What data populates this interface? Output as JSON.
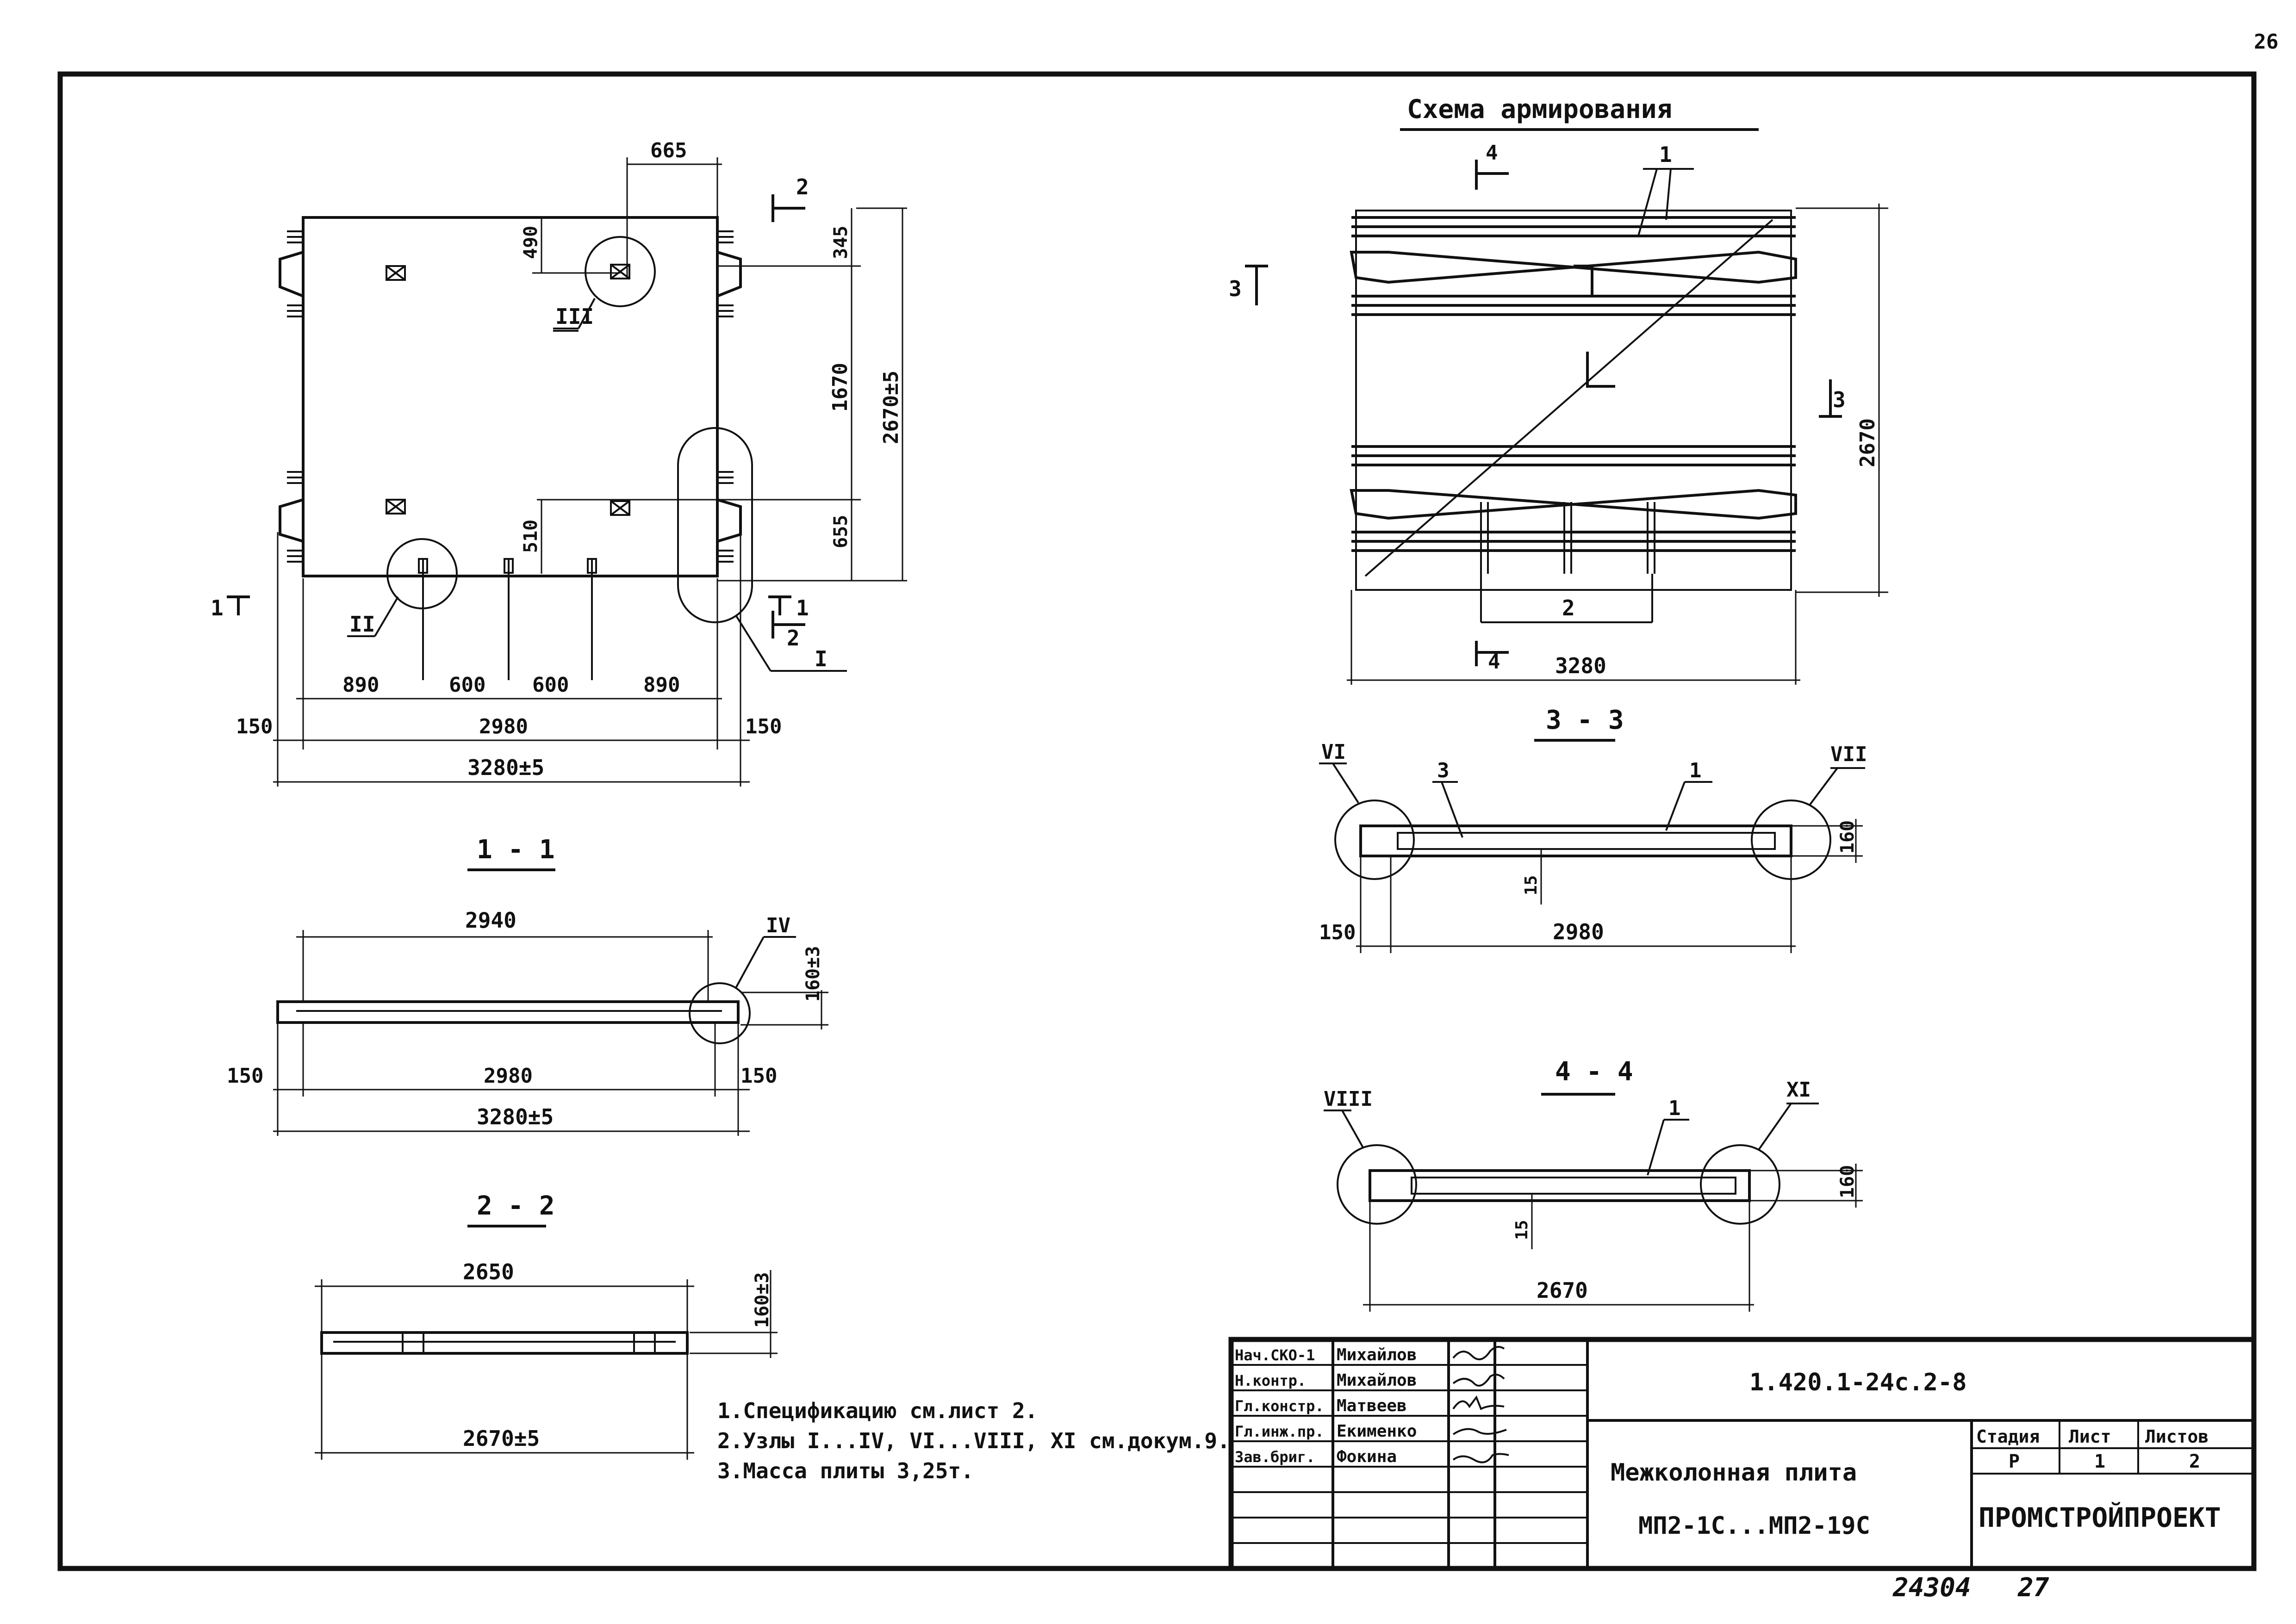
{
  "page_number": "26",
  "reinforcement_title": "Схема армирования",
  "plan": {
    "dims": {
      "top": "665",
      "d490": "490",
      "d345": "345",
      "d1670": "1670",
      "d2670": "2670±5",
      "d510": "510",
      "d655": "655",
      "b890a": "890",
      "b600a": "600",
      "b600b": "600",
      "b890b": "890",
      "b150a": "150",
      "b2980": "2980",
      "b150b": "150",
      "b3280": "3280±5"
    },
    "nodes": {
      "I": "I",
      "II": "II",
      "III": "III"
    },
    "section_marks": {
      "s1_left": "1",
      "s1_right": "1",
      "s2_top": "2",
      "s2_bottom": "2"
    }
  },
  "section_1_1": {
    "title": "1 - 1",
    "dims": {
      "top": "2940",
      "height": "160±3",
      "left": "150",
      "mid": "2980",
      "right": "150",
      "total": "3280±5"
    },
    "node": "IV"
  },
  "section_2_2": {
    "title": "2 - 2",
    "dims": {
      "top": "2650",
      "height": "160±3",
      "bottom": "2670±5"
    }
  },
  "reinforcement": {
    "dims": {
      "height": "2670",
      "width": "3280"
    },
    "labels": {
      "pos1": "1",
      "pos2": "2",
      "s3_left": "3",
      "s3_right": "3",
      "s4_top": "4",
      "s4_bottom": "4"
    }
  },
  "section_3_3": {
    "title": "3 - 3",
    "nodes": {
      "left": "VI",
      "right": "VII"
    },
    "labels": {
      "pos3": "3",
      "pos1": "1"
    },
    "dims": {
      "height": "160",
      "cover": "15",
      "left": "150",
      "width": "2980"
    }
  },
  "section_4_4": {
    "title": "4 - 4",
    "nodes": {
      "left": "VIII",
      "right": "XI"
    },
    "labels": {
      "pos1": "1"
    },
    "dims": {
      "height": "160",
      "cover": "15",
      "width": "2670"
    }
  },
  "notes": [
    "1.Спецификацию см.лист 2.",
    "2.Узлы I...IV, VI...VIII, XI см.докум.9.",
    "3.Масса плиты 3,25т."
  ],
  "title_block": {
    "roles": [
      "Нач.СКО-1",
      "Н.контр.",
      "Гл.констр.",
      "Гл.инж.пр.",
      "Зав.бриг."
    ],
    "names": [
      "Михайлов",
      "Михайлов",
      "Матвеев",
      "Екименко",
      "Фокина"
    ],
    "doc_code": "1.420.1-24с.2-8",
    "product_name": "Межколонная плита",
    "product_marks": "МП2-1С...МП2-19С",
    "stage_header": "Стадия",
    "sheet_header": "Лист",
    "sheets_header": "Листов",
    "stage_value": "Р",
    "sheet_value": "1",
    "sheets_value": "2",
    "organization": "ПРОМСТРОЙПРОЕКТ"
  },
  "inventory_number": "24304",
  "page_bottom": "27"
}
